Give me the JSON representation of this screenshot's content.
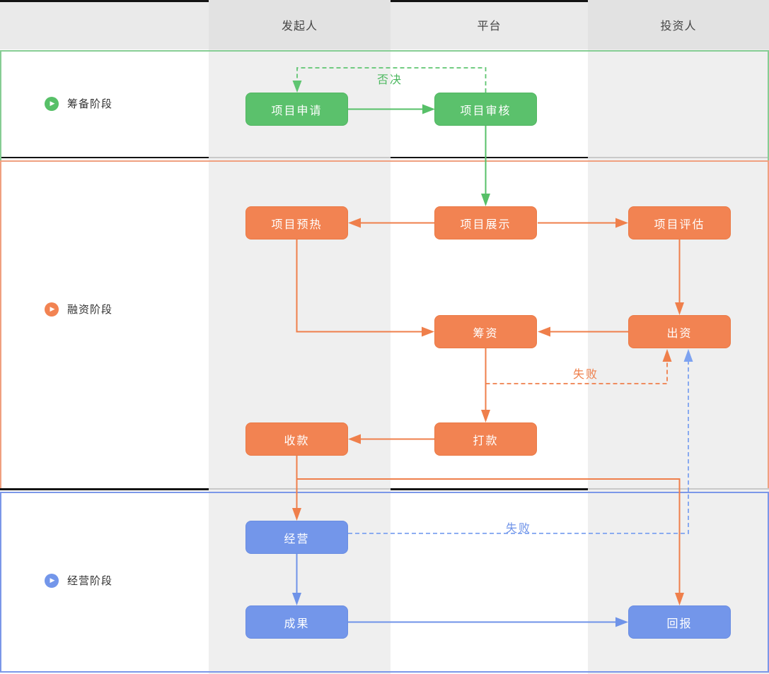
{
  "header": {
    "columns": [
      {
        "id": "initiator",
        "label": "发起人"
      },
      {
        "id": "platform",
        "label": "平台"
      },
      {
        "id": "investor",
        "label": "投资人"
      }
    ]
  },
  "phases": [
    {
      "id": "preparation",
      "label": "筹备阶段",
      "color": "#57c068"
    },
    {
      "id": "financing",
      "label": "融资阶段",
      "color": "#f28352"
    },
    {
      "id": "operation",
      "label": "经营阶段",
      "color": "#7396ea"
    }
  ],
  "nodes": [
    {
      "id": "project-apply",
      "label": "项目申请",
      "phase": "筹备阶段",
      "lane": "发起人",
      "color": "#5bc16c"
    },
    {
      "id": "project-review",
      "label": "项目审核",
      "phase": "筹备阶段",
      "lane": "平台",
      "color": "#5bc16c"
    },
    {
      "id": "project-display",
      "label": "项目展示",
      "phase": "融资阶段",
      "lane": "平台",
      "color": "#f28352"
    },
    {
      "id": "project-preheat",
      "label": "项目预热",
      "phase": "融资阶段",
      "lane": "发起人",
      "color": "#f28352"
    },
    {
      "id": "project-evaluate",
      "label": "项目评估",
      "phase": "融资阶段",
      "lane": "投资人",
      "color": "#f28352"
    },
    {
      "id": "fundraise",
      "label": "筹资",
      "phase": "融资阶段",
      "lane": "平台",
      "color": "#f28352"
    },
    {
      "id": "invest",
      "label": "出资",
      "phase": "融资阶段",
      "lane": "投资人",
      "color": "#f28352"
    },
    {
      "id": "transfer",
      "label": "打款",
      "phase": "融资阶段",
      "lane": "平台",
      "color": "#f28352"
    },
    {
      "id": "receive",
      "label": "收款",
      "phase": "融资阶段",
      "lane": "发起人",
      "color": "#f28352"
    },
    {
      "id": "operate",
      "label": "经营",
      "phase": "经营阶段",
      "lane": "发起人",
      "color": "#7396ea"
    },
    {
      "id": "results",
      "label": "成果",
      "phase": "经营阶段",
      "lane": "发起人",
      "color": "#7396ea"
    },
    {
      "id": "returns",
      "label": "回报",
      "phase": "经营阶段",
      "lane": "投资人",
      "color": "#7396ea"
    }
  ],
  "edge_labels": [
    {
      "id": "veto",
      "text": "否决",
      "color": "#4cb85f"
    },
    {
      "id": "fundraise-fail",
      "text": "失败",
      "color": "#ef7f4b"
    },
    {
      "id": "operate-fail",
      "text": "失败",
      "color": "#6f93e8"
    }
  ],
  "icons": {
    "phase_marker": "play-icon"
  },
  "colors": {
    "lane_background": "#efefef",
    "header_background": "#eaeaea",
    "header_cell_background": "#e2e2e2",
    "section_divider_black": "#141414",
    "green_border_line": "#86cd94",
    "orange_border_line": "#f0a080",
    "blue_border_line": "#7b97e8"
  }
}
